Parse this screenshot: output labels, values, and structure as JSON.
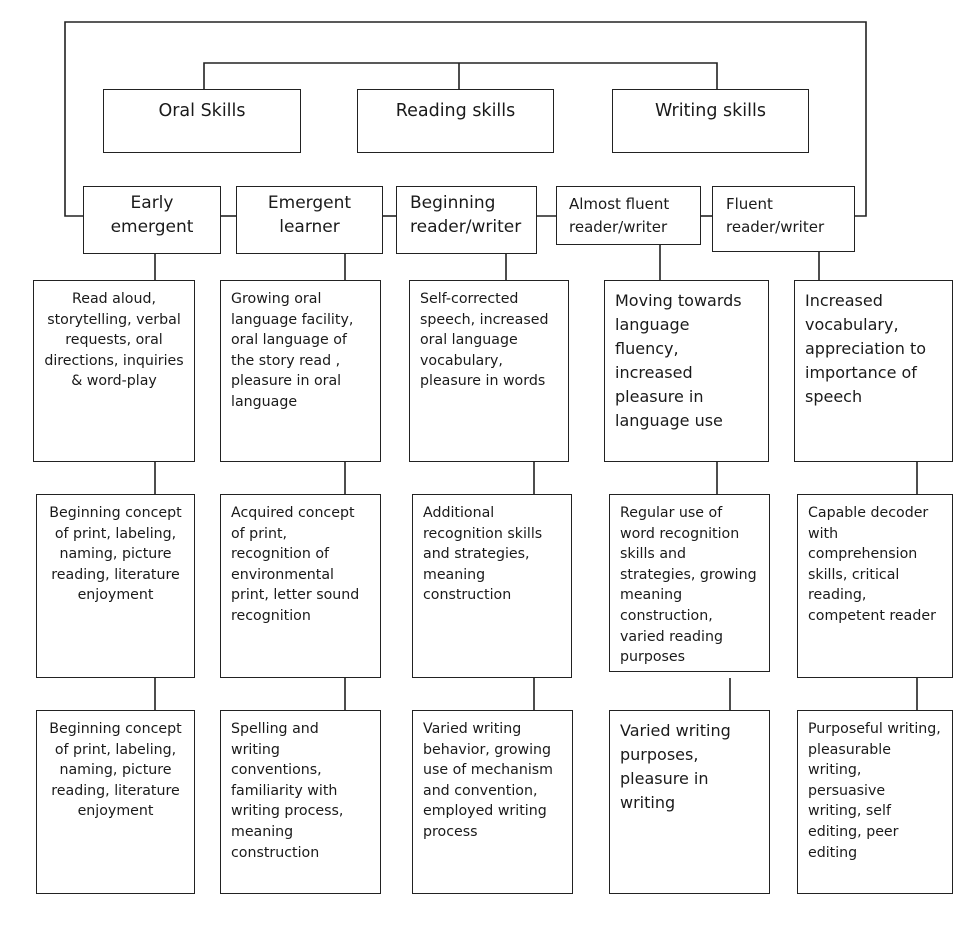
{
  "skills": [
    {
      "label": "Oral Skills"
    },
    {
      "label": "Reading skills"
    },
    {
      "label": "Writing skills"
    }
  ],
  "stages": [
    {
      "label": "Early emergent",
      "oral": "Read aloud, storytelling, verbal requests, oral directions, inquiries & word-play",
      "reading": "Beginning concept of print, labeling, naming, picture reading, literature enjoyment",
      "writing": "Beginning concept of print, labeling, naming, picture reading, literature enjoyment"
    },
    {
      "label": "Emergent learner",
      "oral": "Growing oral language facility, oral language of the story read , pleasure in oral language",
      "reading": "Acquired concept of print, recognition of environmental print, letter sound recognition",
      "writing": "Spelling and writing conventions, familiarity with writing process, meaning construction"
    },
    {
      "label": "Beginning reader/writer",
      "oral": "Self-corrected speech, increased oral language vocabulary, pleasure in words",
      "reading": "Additional recognition skills and strategies, meaning construction",
      "writing": "Varied writing behavior, growing use of mechanism and convention, employed writing process"
    },
    {
      "label": "Almost fluent reader/writer",
      "oral": "Moving towards language fluency, increased pleasure in language use",
      "reading": "Regular use of word recognition skills and strategies, growing meaning construction, varied reading purposes",
      "writing": "Varied writing purposes, pleasure in writing"
    },
    {
      "label": "Fluent reader/writer",
      "oral": "Increased vocabulary, appreciation to importance of speech",
      "reading": "Capable decoder with comprehension skills, critical reading, competent reader",
      "writing": "Purposeful writing, pleasurable writing, persuasive writing, self editing, peer editing"
    }
  ]
}
